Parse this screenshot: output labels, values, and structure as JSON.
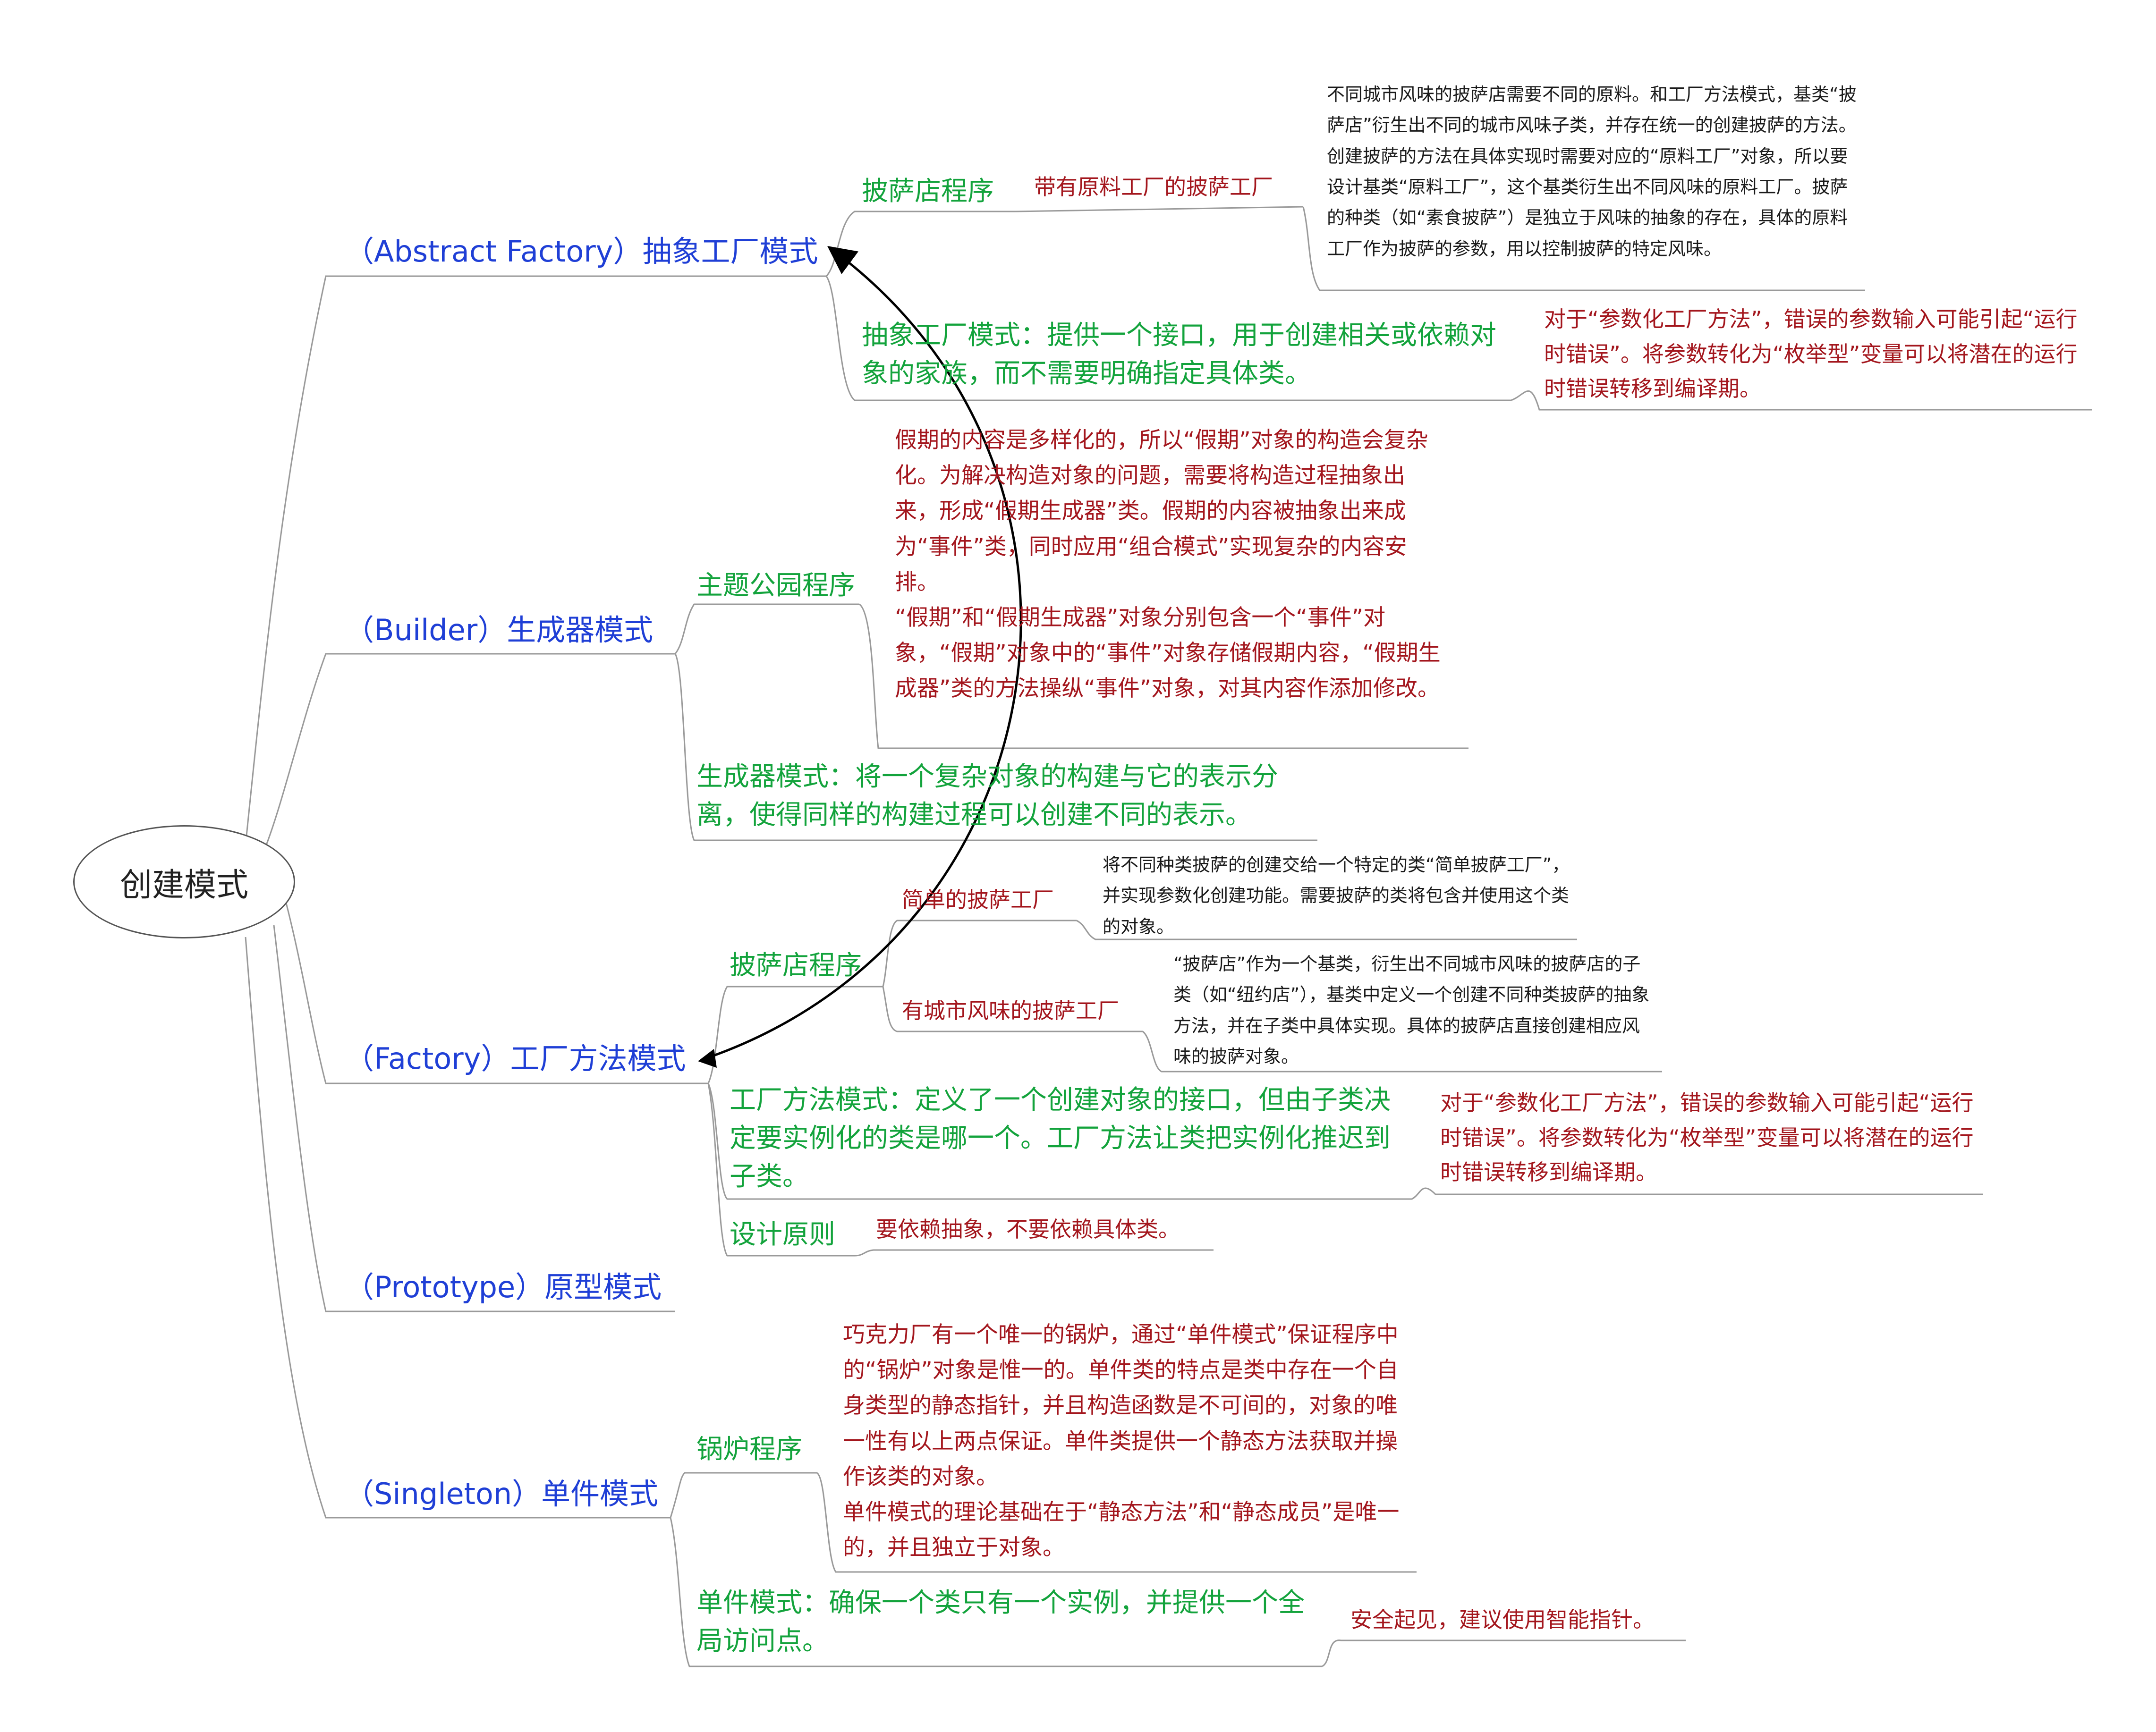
{
  "root": "创建模式",
  "patterns": {
    "abstract_factory": {
      "title": "（Abstract Factory）抽象工厂模式",
      "pizza_program": "披萨店程序",
      "pizza_sub": "带有原料工厂的披萨工厂",
      "pizza_desc": "不同城市风味的披萨店需要不同的原料。和工厂方法模式，基类“披萨店”衍生出不同的城市风味子类，并存在统一的创建披萨的方法。创建披萨的方法在具体实现时需要对应的“原料工厂”对象，所以要设计基类“原料工厂”，这个基类衍生出不同风味的原料工厂。披萨的种类（如“素食披萨”）是独立于风味的抽象的存在，具体的原料工厂作为披萨的参数，用以控制披萨的特定风味。",
      "definition": "抽象工厂模式：提供一个接口，用于创建相关或依赖对象的家族，而不需要明确指定具体类。",
      "note": "对于“参数化工厂方法”，错误的参数输入可能引起“运行时错误”。将参数转化为“枚举型”变量可以将潜在的运行时错误转移到编译期。"
    },
    "builder": {
      "title": "（Builder）生成器模式",
      "program": "主题公园程序",
      "desc": "假期的内容是多样化的，所以“假期”对象的构造会复杂化。为解决构造对象的问题，需要将构造过程抽象出来，形成“假期生成器”类。假期的内容被抽象出来成为“事件”类，同时应用“组合模式”实现复杂的内容安排。\n“假期”和“假期生成器”对象分别包含一个“事件”对象，“假期”对象中的“事件”对象存储假期内容，“假期生成器”类的方法操纵“事件”对象，对其内容作添加修改。",
      "definition": "生成器模式：将一个复杂对象的构建与它的表示分离，使得同样的构建过程可以创建不同的表示。"
    },
    "factory": {
      "title": "（Factory）工厂方法模式",
      "program": "披萨店程序",
      "simple": "简单的披萨工厂",
      "simple_desc": "将不同种类披萨的创建交给一个特定的类“简单披萨工厂”，并实现参数化创建功能。需要披萨的类将包含并使用这个类的对象。",
      "city": "有城市风味的披萨工厂",
      "city_desc": "“披萨店”作为一个基类，衍生出不同城市风味的披萨店的子类（如“纽约店”），基类中定义一个创建不同种类披萨的抽象方法，并在子类中具体实现。具体的披萨店直接创建相应风味的披萨对象。",
      "definition": "工厂方法模式：定义了一个创建对象的接口，但由子类决定要实例化的类是哪一个。工厂方法让类把实例化推迟到子类。",
      "note": "对于“参数化工厂方法”，错误的参数输入可能引起“运行时错误”。将参数转化为“枚举型”变量可以将潜在的运行时错误转移到编译期。",
      "principle": "设计原则",
      "principle_desc": "要依赖抽象，不要依赖具体类。"
    },
    "prototype": {
      "title": "（Prototype）原型模式"
    },
    "singleton": {
      "title": "（Singleton）单件模式",
      "program": "锅炉程序",
      "desc": "巧克力厂有一个唯一的锅炉，通过“单件模式”保证程序中的“锅炉”对象是惟一的。单件类的特点是类中存在一个自身类型的静态指针，并且构造函数是不可间的，对象的唯一性有以上两点保证。单件类提供一个静态方法获取并操作该类的对象。\n单件模式的理论基础在于“静态方法”和“静态成员”是唯一的，并且独立于对象。",
      "definition": "单件模式：确保一个类只有一个实例，并提供一个全局访问点。",
      "note": "安全起见，建议使用智能指针。"
    }
  },
  "colors": {
    "branch": "#9a9a9a",
    "blue": "#1f3fd6",
    "green": "#13a33c",
    "red": "#a3161d",
    "arrow": "#000000"
  }
}
